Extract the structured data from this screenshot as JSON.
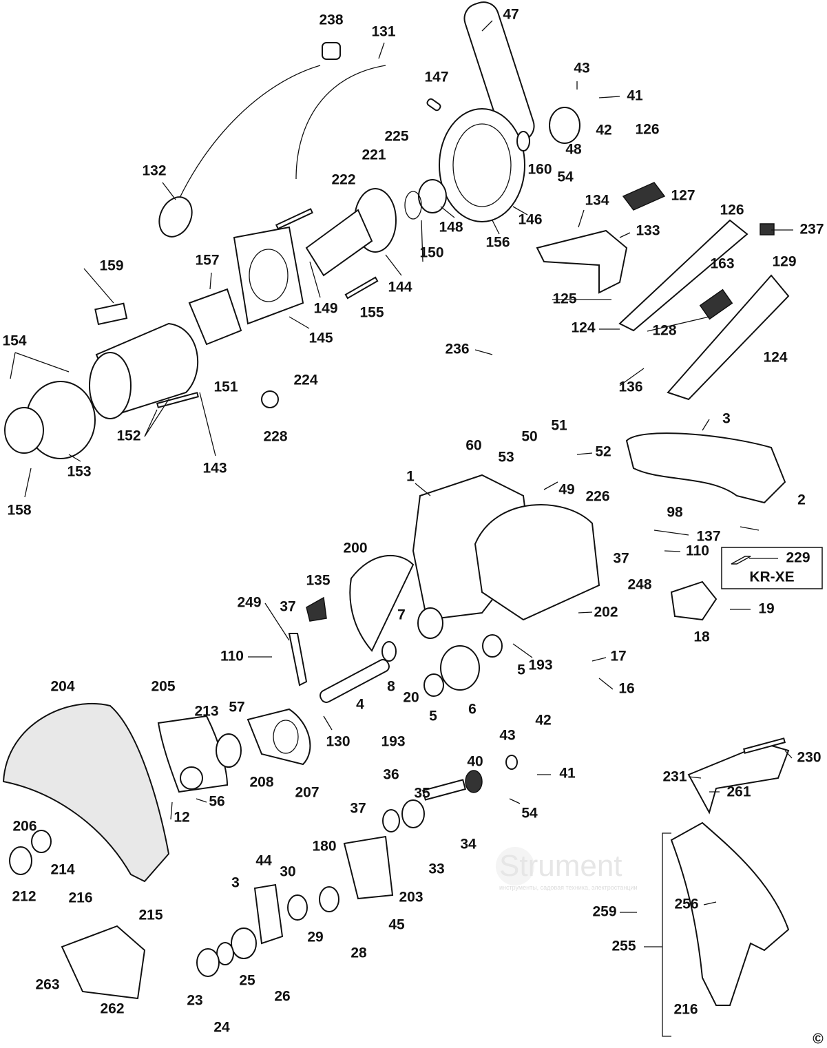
{
  "watermark": {
    "brand": "Strument",
    "tagline": "инструменты, садовая техника, электростанции"
  },
  "labels": [
    "238",
    "131",
    "47",
    "43",
    "41",
    "42",
    "147",
    "225",
    "221",
    "222",
    "132",
    "48",
    "160",
    "54",
    "126",
    "127",
    "146",
    "156",
    "148",
    "150",
    "134",
    "133",
    "126",
    "237",
    "129",
    "163",
    "125",
    "124",
    "128",
    "124",
    "144",
    "149",
    "155",
    "157",
    "159",
    "145",
    "154",
    "151",
    "224",
    "228",
    "152",
    "153",
    "143",
    "158",
    "236",
    "136",
    "3",
    "60",
    "50",
    "51",
    "52",
    "53",
    "49",
    "1",
    "226",
    "98",
    "2",
    "137",
    "229",
    "37",
    "110",
    "248",
    "200",
    "202",
    "19",
    "18",
    "135",
    "249",
    "37",
    "7",
    "110",
    "17",
    "193",
    "16",
    "8",
    "20",
    "5",
    "5",
    "6",
    "4",
    "204",
    "205",
    "213",
    "57",
    "130",
    "193",
    "43",
    "42",
    "40",
    "41",
    "208",
    "207",
    "56",
    "12",
    "36",
    "35",
    "54",
    "37",
    "34",
    "33",
    "206",
    "214",
    "212",
    "216",
    "215",
    "180",
    "44",
    "30",
    "3",
    "203",
    "45",
    "28",
    "29",
    "259",
    "256",
    "255",
    "231",
    "230",
    "261",
    "263",
    "262",
    "23",
    "25",
    "26",
    "24",
    "216"
  ],
  "variant_box": {
    "part": "229",
    "code": "KR-XE"
  },
  "copyright": "©"
}
